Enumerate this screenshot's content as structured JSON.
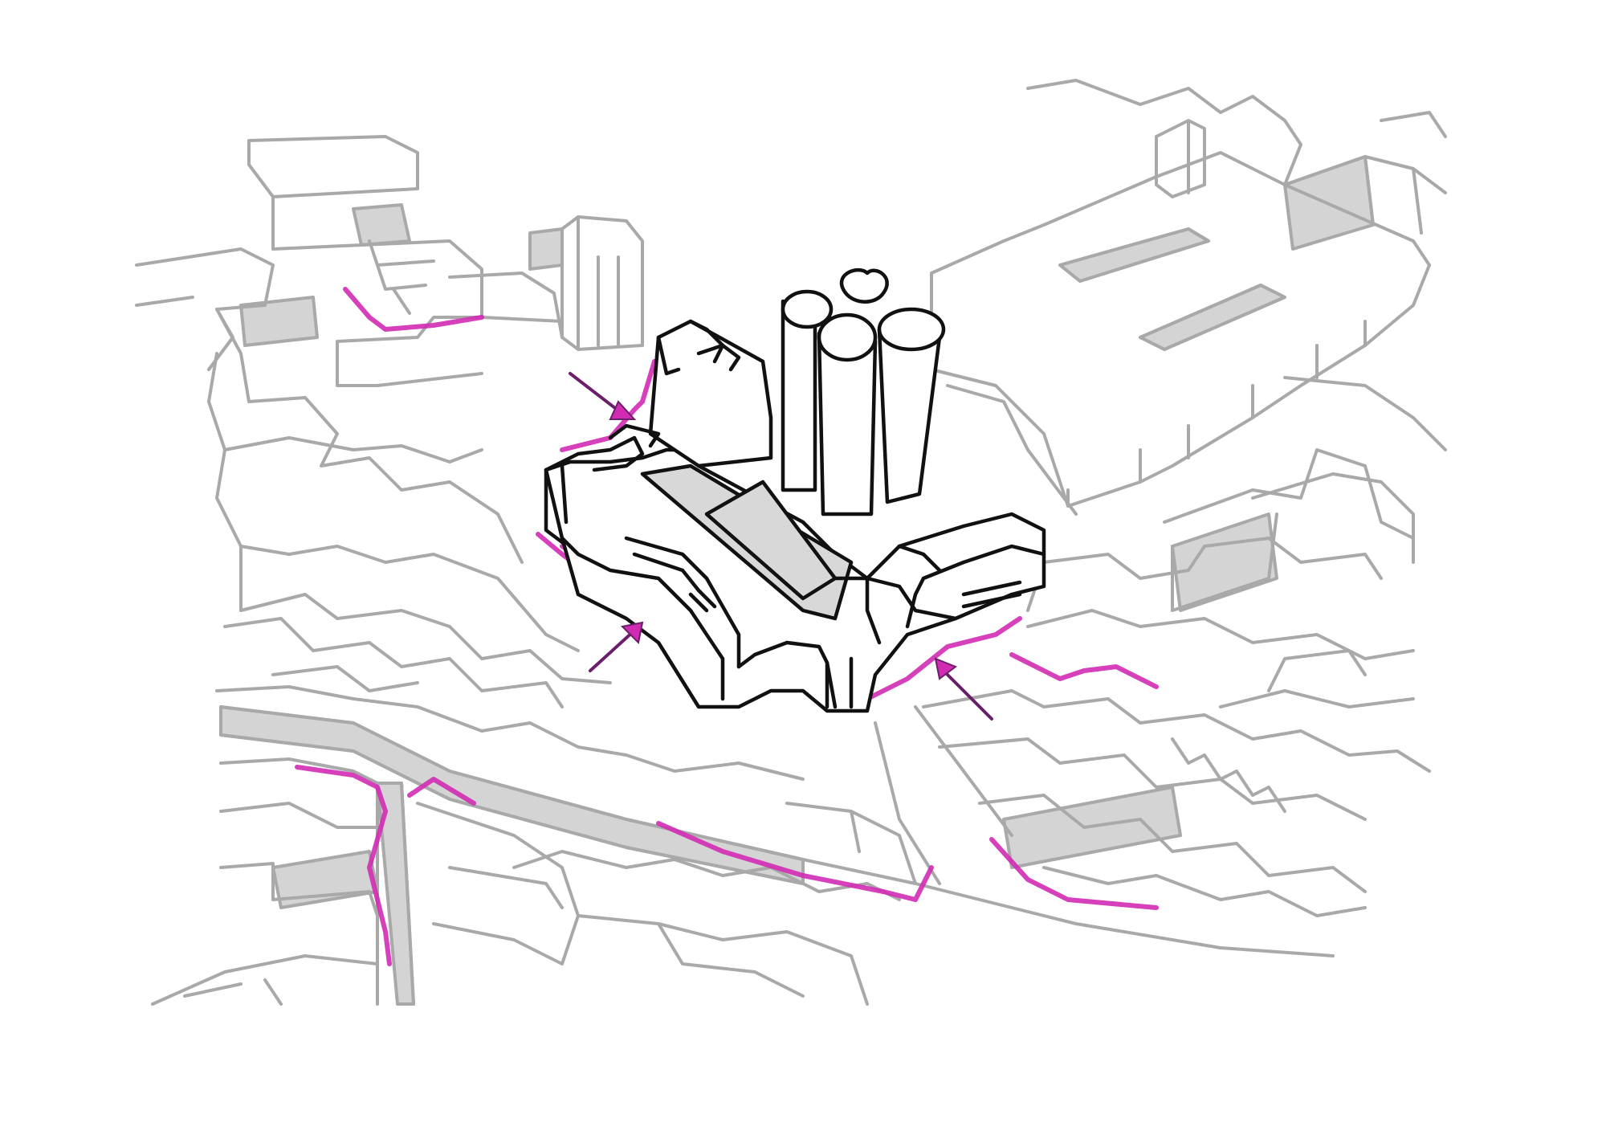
{
  "colors": {
    "background": "#ffffff",
    "context_lines": "#a9a9a9",
    "context_shadow": "#d4d4d4",
    "building_outline": "#111111",
    "building_shade": "#d8d8d8",
    "highlight": "#d12bb4",
    "arrow": "#6b1f6b"
  },
  "layers": [
    "surrounding-blocks",
    "building-shadows",
    "street-frontage-highlights",
    "main-building",
    "towers",
    "entrance-arrows"
  ]
}
